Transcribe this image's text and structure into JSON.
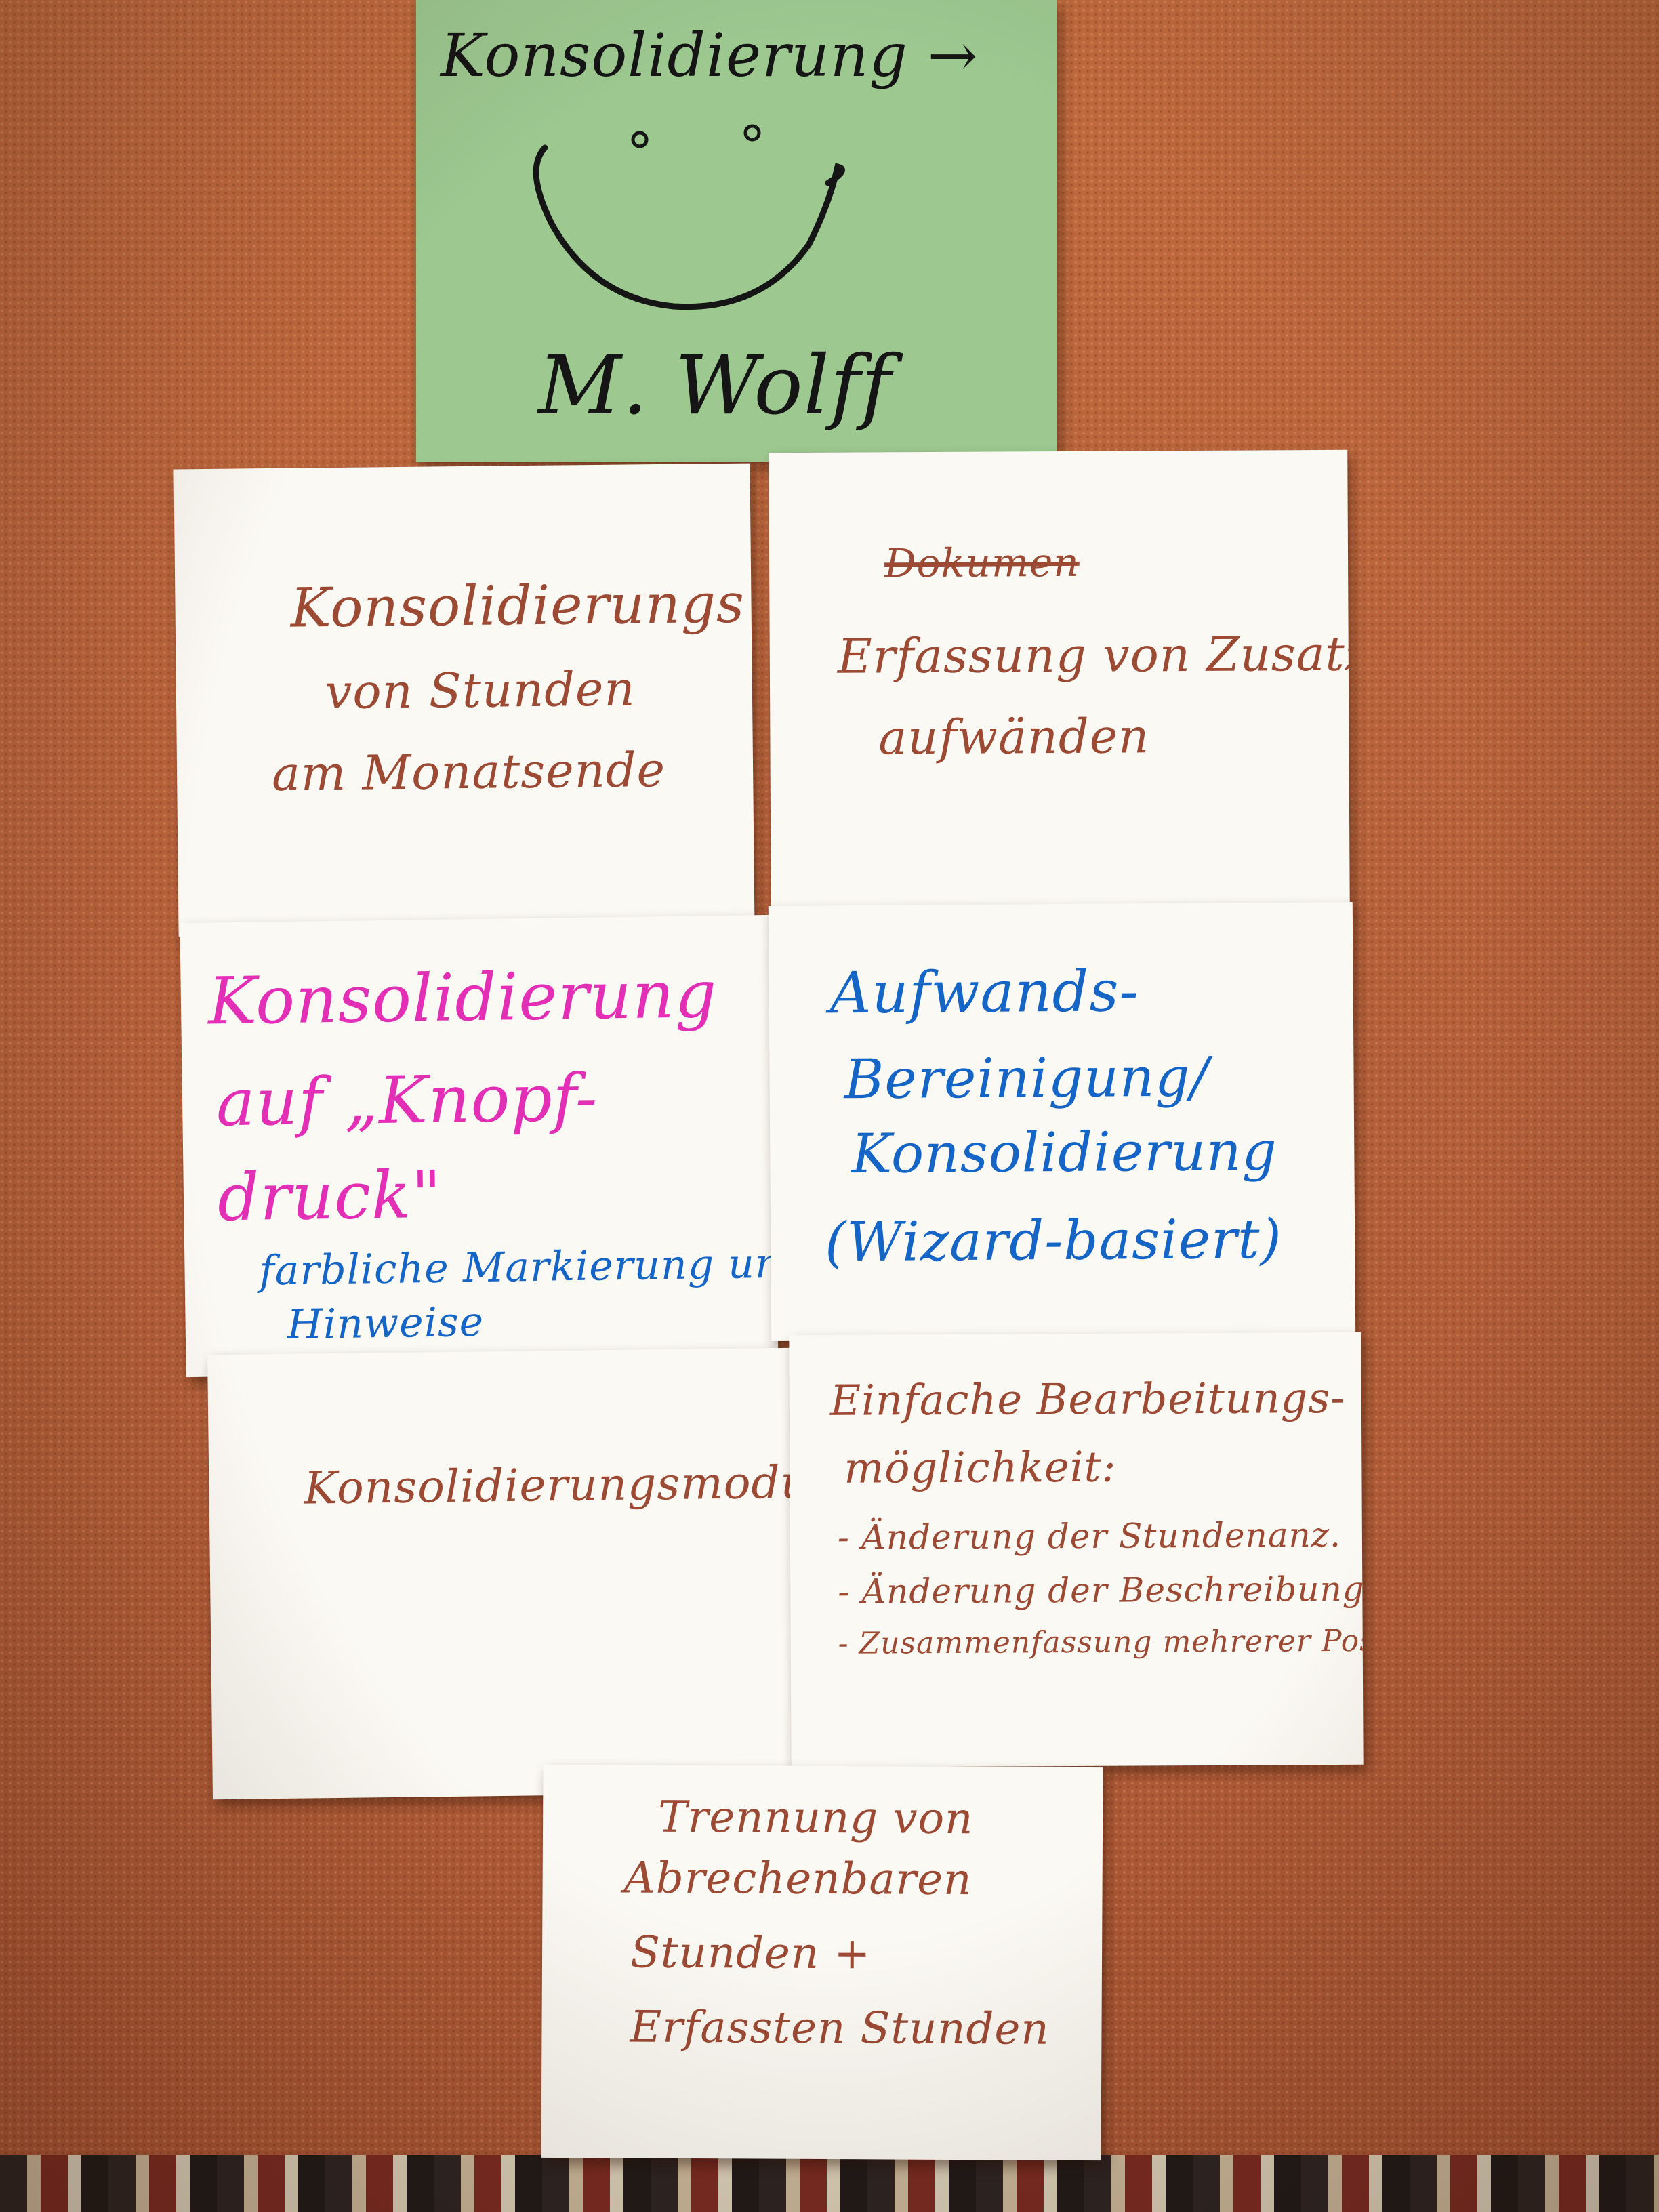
{
  "cards": {
    "title": {
      "heading": "Konsolidierung →",
      "author": "M. Wolff"
    },
    "c1": {
      "lines": [
        "Konsolidierungs",
        "von Stunden",
        "am Monatsende"
      ]
    },
    "c2": {
      "struck": "Dokumen",
      "lines": [
        "Erfassung von Zusatz-",
        "aufwänden"
      ]
    },
    "c3": {
      "lines_pink": [
        "Konsolidierung",
        "auf „Knopf-",
        "druck\""
      ],
      "lines_blue": [
        "farbliche Markierung und",
        "Hinweise"
      ]
    },
    "c4": {
      "lines": [
        "Aufwands-",
        "Bereinigung/",
        "Konsolidierung",
        "(Wizard-basiert)"
      ]
    },
    "c5": {
      "lines": [
        "Konsolidierungsmodus"
      ]
    },
    "c6": {
      "lines": [
        "Einfache Bearbeitungs-",
        "möglichkeit:",
        "- Änderung der Stundenanz.",
        "- Änderung der Beschreibung",
        "- Zusammenfassung mehrerer Positionen"
      ]
    },
    "c7": {
      "lines": [
        "Trennung von",
        "Abrechenbaren",
        "Stunden +",
        "Erfassten Stunden"
      ]
    }
  }
}
